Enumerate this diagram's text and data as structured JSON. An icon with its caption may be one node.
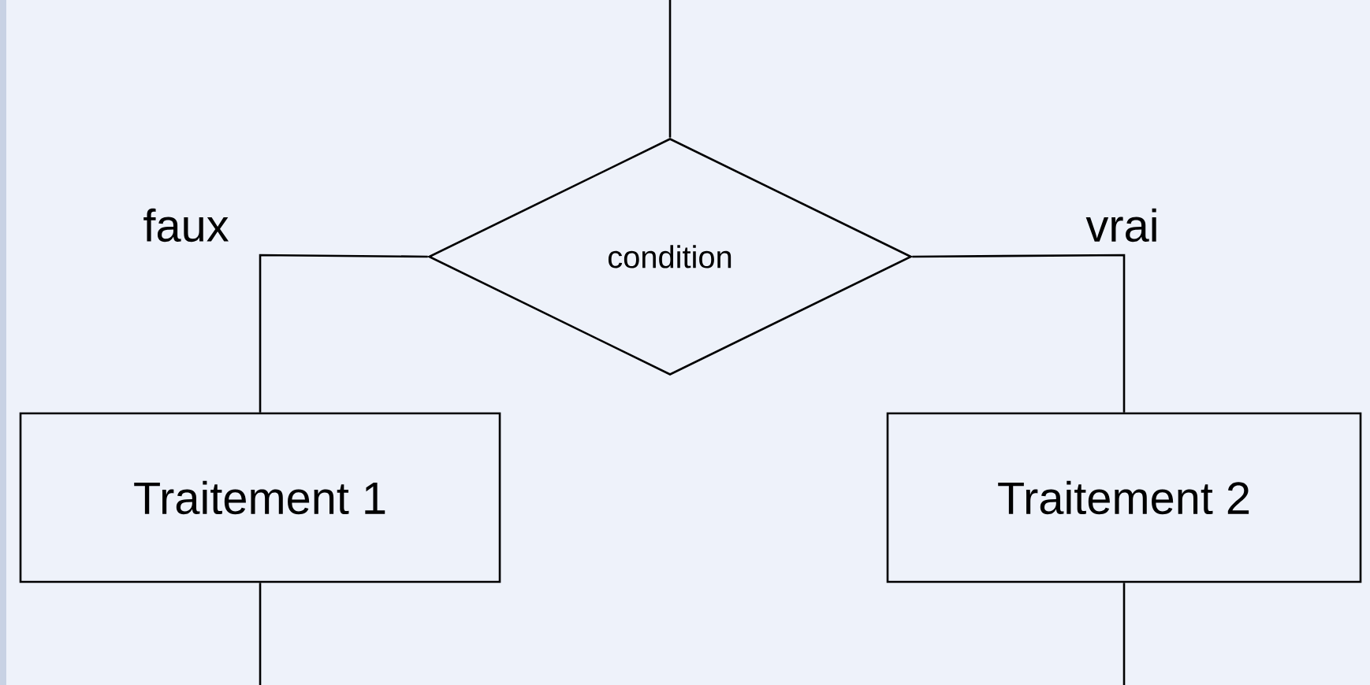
{
  "diagram": {
    "nodes": [
      {
        "text": [
          "condition"
        ]
      },
      {
        "text": [
          "Traitement 1"
        ]
      },
      {
        "text": [
          "Traitement 2"
        ]
      }
    ],
    "edges": [
      {
        "from": null,
        "to": 0,
        "arrow": "none"
      },
      {
        "from": 0,
        "to": 1,
        "arrow": "none",
        "label": "faux"
      },
      {
        "from": 0,
        "to": 2,
        "arrow": "none",
        "label": "vrai"
      },
      {
        "from": 1,
        "to": null,
        "arrow": "none"
      },
      {
        "from": 2,
        "to": null,
        "arrow": "none"
      }
    ]
  }
}
